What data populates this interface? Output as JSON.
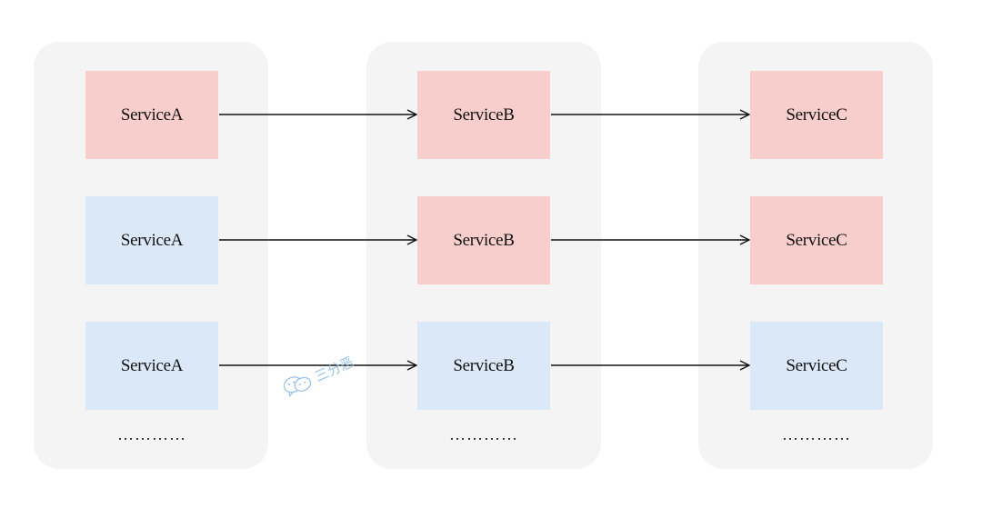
{
  "columns": [
    {
      "services": [
        {
          "label": "ServiceA",
          "color": "#f7cecb"
        },
        {
          "label": "ServiceA",
          "color": "#dae8f8"
        },
        {
          "label": "ServiceA",
          "color": "#dae8f8"
        }
      ],
      "ellipsis": "…………"
    },
    {
      "services": [
        {
          "label": "ServiceB",
          "color": "#f7cecb"
        },
        {
          "label": "ServiceB",
          "color": "#f7cecb"
        },
        {
          "label": "ServiceB",
          "color": "#dae8f8"
        }
      ],
      "ellipsis": "…………"
    },
    {
      "services": [
        {
          "label": "ServiceC",
          "color": "#f7cecb"
        },
        {
          "label": "ServiceC",
          "color": "#f7cecb"
        },
        {
          "label": "ServiceC",
          "color": "#dae8f8"
        }
      ],
      "ellipsis": "…………"
    }
  ],
  "watermark": {
    "text": "三分恶",
    "icon": "wechat-icon"
  },
  "colors": {
    "pink": "#f7cecb",
    "blue": "#dae8f8",
    "panel": "#f4f4f4"
  }
}
